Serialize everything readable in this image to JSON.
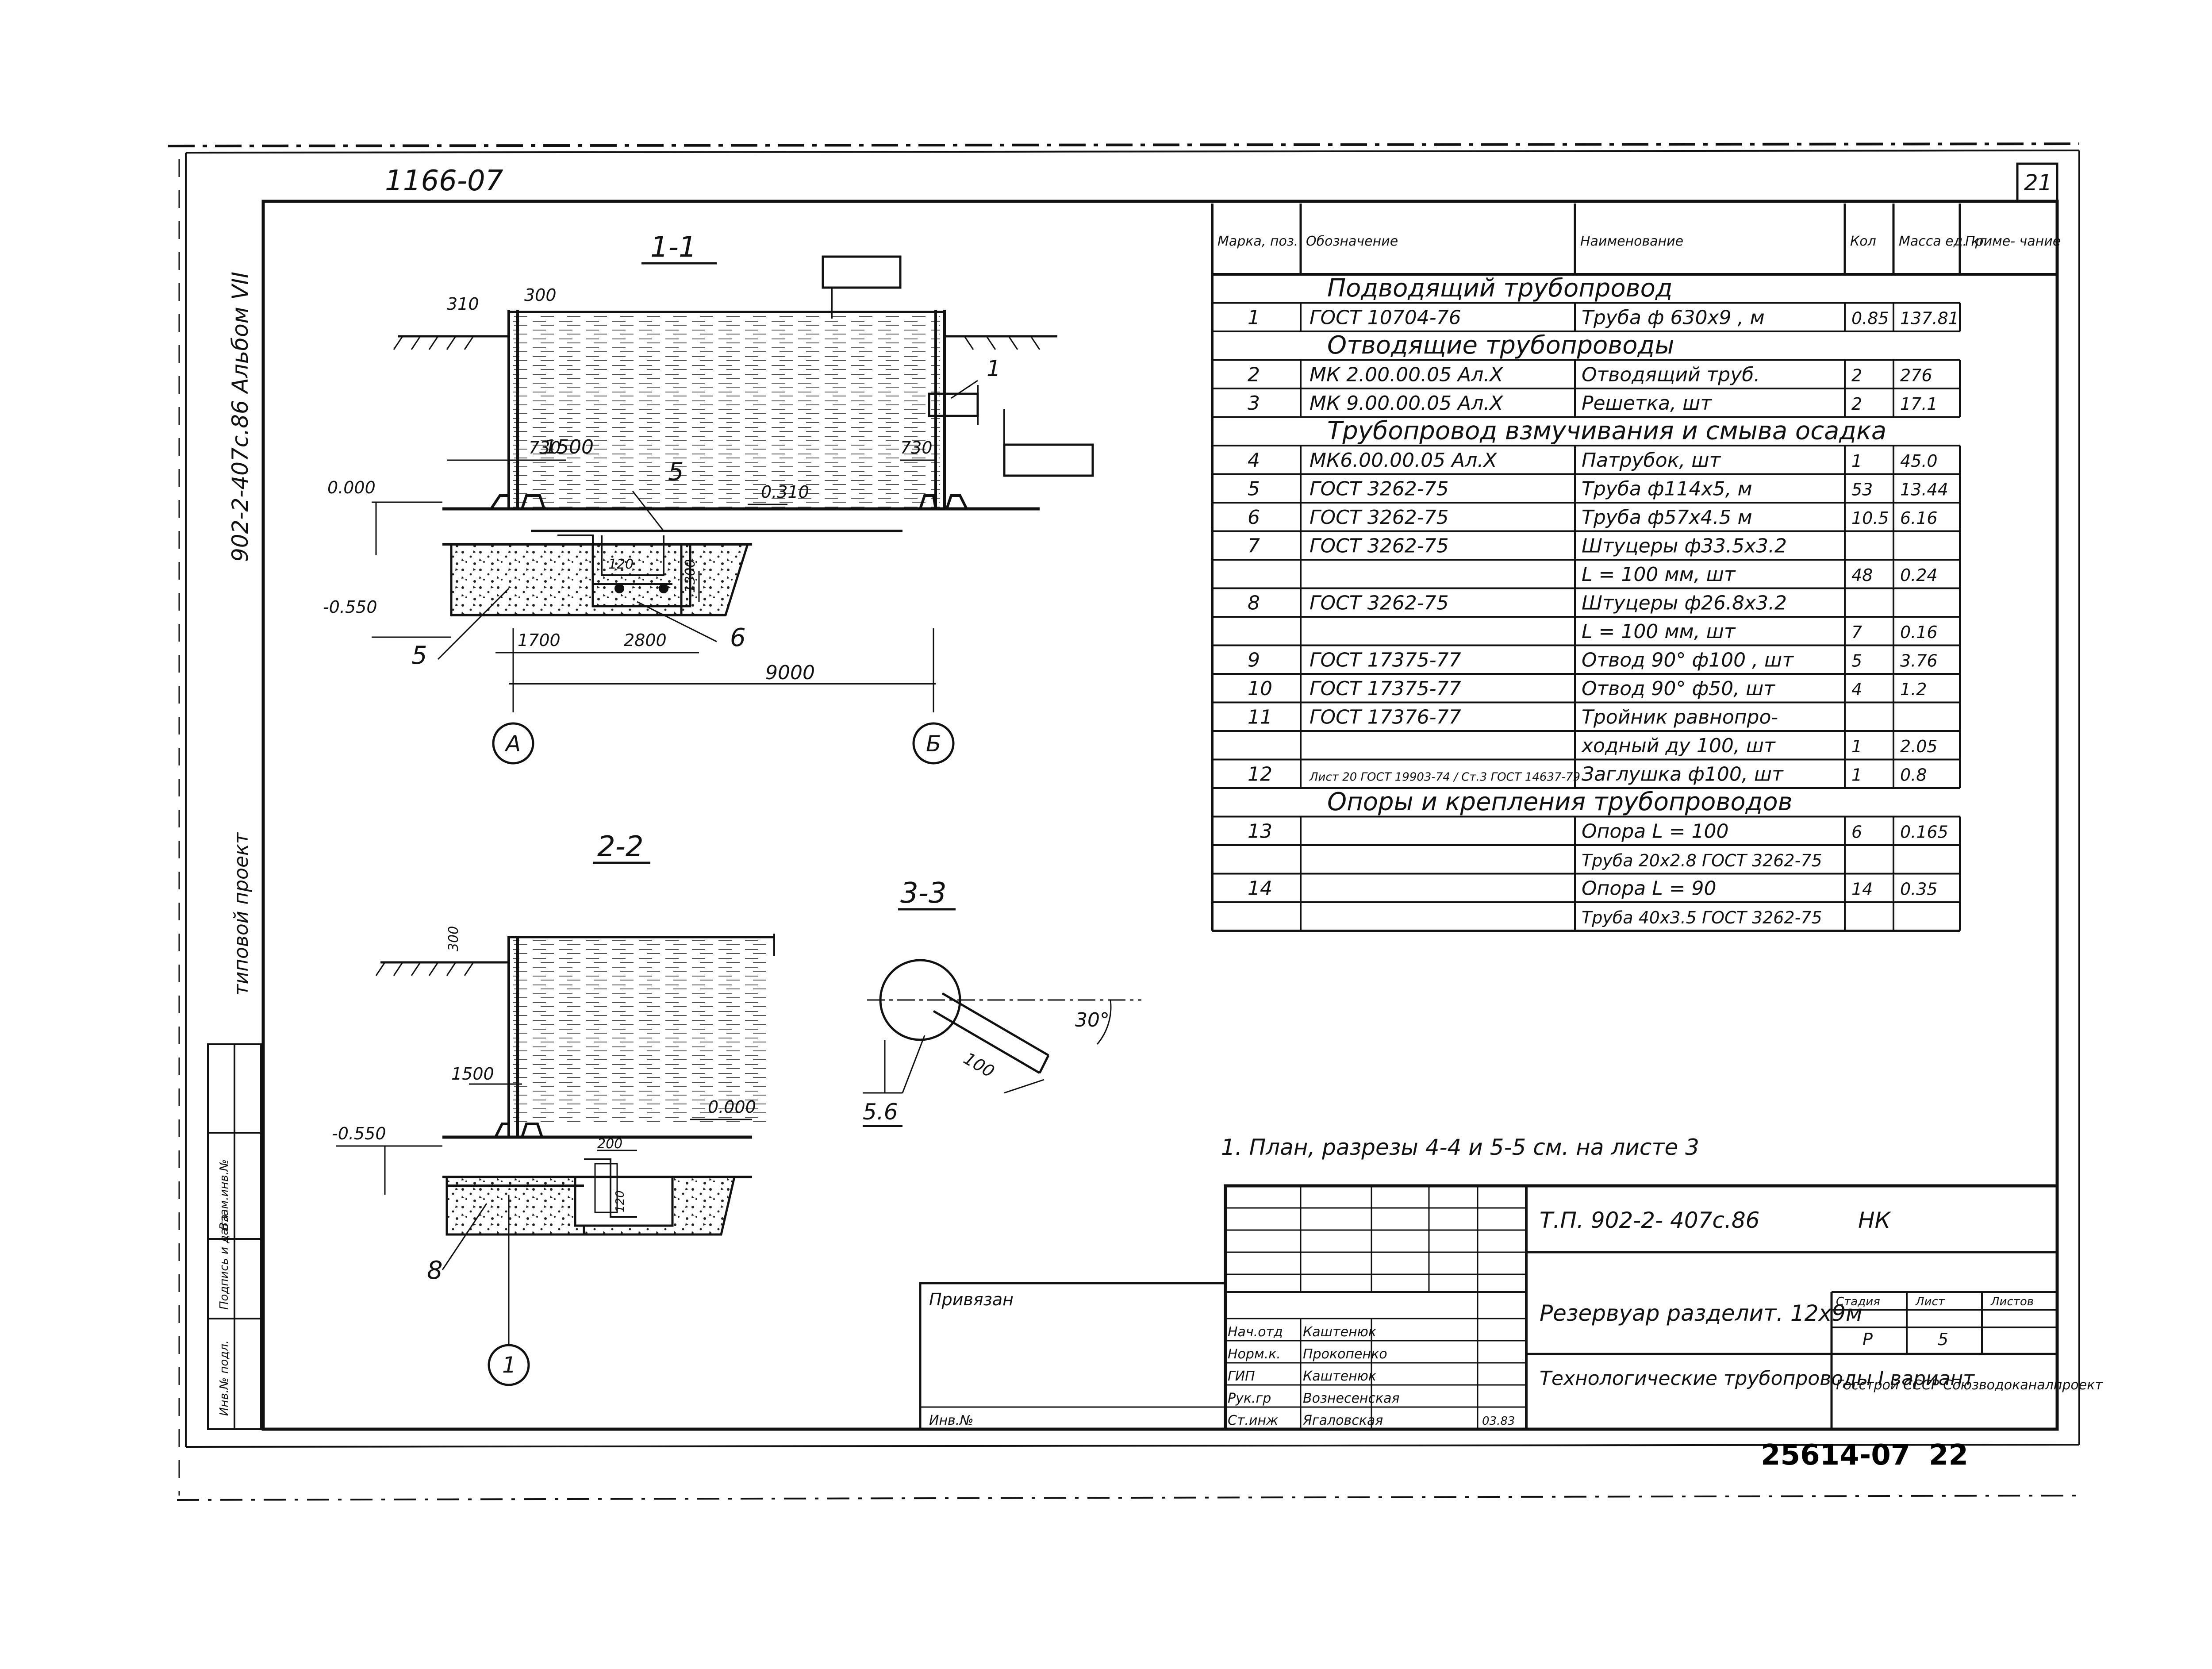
{
  "frame": {
    "top_left_code": "1166-07",
    "sheet_number": "21",
    "side_album": "902-2-407с.86   Альбом VII",
    "side_type": "типовой проект",
    "bottom_code": "25614-07",
    "bottom_page": "22"
  },
  "section_1_1": {
    "title": "1-1",
    "dims": {
      "d300": "300",
      "d310": "310",
      "d1500": "1500",
      "d730_left": "730",
      "d730_right": "730",
      "d1700": "1700",
      "d2800": "2800",
      "d9000": "9000",
      "d1300": "1300",
      "d120": "120",
      "level_000": "0.000",
      "level_minus": "-0.550",
      "level_310": "0.310"
    },
    "callouts": [
      "1",
      "5",
      "5",
      "6"
    ],
    "axis_a": "А",
    "axis_b": "Б"
  },
  "section_2_2": {
    "title": "2-2",
    "dims": {
      "d1500": "1500",
      "d200": "200",
      "d300": "300",
      "d120": "120",
      "level_minus": "-0.550",
      "level_000": "0.000"
    },
    "callout": "8",
    "axis": "1"
  },
  "section_3_3": {
    "title": "3-3",
    "angle": "30°",
    "length": "100",
    "ref": "5.6"
  },
  "spec_table": {
    "headers": [
      "Марка, поз.",
      "Обозначение",
      "Наименование",
      "Кол",
      "Масса ед. кг",
      "Приме- чание"
    ],
    "rows": [
      {
        "kind": "group",
        "text": "Подводящий трубопровод"
      },
      {
        "kind": "item",
        "mark": "1",
        "designation": "ГОСТ 10704-76",
        "name": "Труба ф 630х9 , м",
        "qty": "0.85",
        "mass": "137.81"
      },
      {
        "kind": "group",
        "text": "Отводящие трубопроводы"
      },
      {
        "kind": "item",
        "mark": "2",
        "designation": "МК 2.00.00.05 Ал.X",
        "name": "Отводящий труб.",
        "qty": "2",
        "mass": "276"
      },
      {
        "kind": "item",
        "mark": "3",
        "designation": "МК 9.00.00.05 Ал.X",
        "name": "Решетка, шт",
        "qty": "2",
        "mass": "17.1"
      },
      {
        "kind": "group",
        "text": "Трубопровод взмучивания и смыва осадка"
      },
      {
        "kind": "item",
        "mark": "4",
        "designation": "МК6.00.00.05 Ал.X",
        "name": "Патрубок, шт",
        "qty": "1",
        "mass": "45.0"
      },
      {
        "kind": "item",
        "mark": "5",
        "designation": "ГОСТ 3262-75",
        "name": "Труба ф114х5, м",
        "qty": "53",
        "mass": "13.44"
      },
      {
        "kind": "item",
        "mark": "6",
        "designation": "ГОСТ 3262-75",
        "name": "Труба ф57х4.5 м",
        "qty": "10.5",
        "mass": "6.16"
      },
      {
        "kind": "item",
        "mark": "7",
        "designation": "ГОСТ 3262-75",
        "name": "Штуцеры ф33.5х3.2",
        "qty": "",
        "mass": ""
      },
      {
        "kind": "item",
        "mark": "",
        "designation": "",
        "name": "L = 100 мм, шт",
        "qty": "48",
        "mass": "0.24"
      },
      {
        "kind": "item",
        "mark": "8",
        "designation": "ГОСТ 3262-75",
        "name": "Штуцеры ф26.8х3.2",
        "qty": "",
        "mass": ""
      },
      {
        "kind": "item",
        "mark": "",
        "designation": "",
        "name": "L = 100 мм, шт",
        "qty": "7",
        "mass": "0.16"
      },
      {
        "kind": "item",
        "mark": "9",
        "designation": "ГОСТ 17375-77",
        "name": "Отвод 90° ф100 , шт",
        "qty": "5",
        "mass": "3.76"
      },
      {
        "kind": "item",
        "mark": "10",
        "designation": "ГОСТ 17375-77",
        "name": "Отвод 90° ф50, шт",
        "qty": "4",
        "mass": "1.2"
      },
      {
        "kind": "item",
        "mark": "11",
        "designation": "ГОСТ 17376-77",
        "name": "Тройник равнопро-",
        "qty": "",
        "mass": ""
      },
      {
        "kind": "item",
        "mark": "",
        "designation": "",
        "name": "ходный ду 100, шт",
        "qty": "1",
        "mass": "2.05"
      },
      {
        "kind": "item",
        "mark": "12",
        "designation": "Лист 20 ГОСТ 19903-74 / Ст.3 ГОСТ 14637-79",
        "name": "Заглушка ф100, шт",
        "qty": "1",
        "mass": "0.8"
      },
      {
        "kind": "group",
        "text": "Опоры и крепления трубопроводов"
      },
      {
        "kind": "item",
        "mark": "13",
        "designation": "",
        "name": "Опора L = 100",
        "qty": "6",
        "mass": "0.165"
      },
      {
        "kind": "item",
        "mark": "",
        "designation": "",
        "name": "Труба 20х2.8 ГОСТ 3262-75",
        "qty": "",
        "mass": ""
      },
      {
        "kind": "item",
        "mark": "14",
        "designation": "",
        "name": "Опора L = 90",
        "qty": "14",
        "mass": "0.35"
      },
      {
        "kind": "item",
        "mark": "",
        "designation": "",
        "name": "Труба 40х3.5 ГОСТ 3262-75",
        "qty": "",
        "mass": ""
      }
    ]
  },
  "note": "1. План, разрезы 4-4 и 5-5 см. на листе 3",
  "title_block": {
    "code": "Т.П. 902-2- 407с.86",
    "code_suffix": "НК",
    "binding_label": "Привязан",
    "roles": [
      {
        "role": "Нач.отд",
        "name": "Каштенюк"
      },
      {
        "role": "Норм.к.",
        "name": "Прокопенко"
      },
      {
        "role": "ГИП",
        "name": "Каштенюк"
      },
      {
        "role": "Рук.гр",
        "name": "Вознесенская"
      },
      {
        "role": "Ст.инж",
        "name": "Ягаловская"
      }
    ],
    "date": "03.83",
    "object_title": "Резервуар разделит. 12х9м",
    "sheet_title": "Технологические трубопроводы I вариант",
    "stage_headers": [
      "Стадия",
      "Лист",
      "Листов"
    ],
    "stage": "Р",
    "sheet": "5",
    "org": "Госстрой СССР Союзводоканалпроект",
    "inv_label": "Инв.№",
    "side_stamp": [
      "Инв.№ подл.",
      "Подпись и дата",
      "Взам.инв.№"
    ]
  }
}
